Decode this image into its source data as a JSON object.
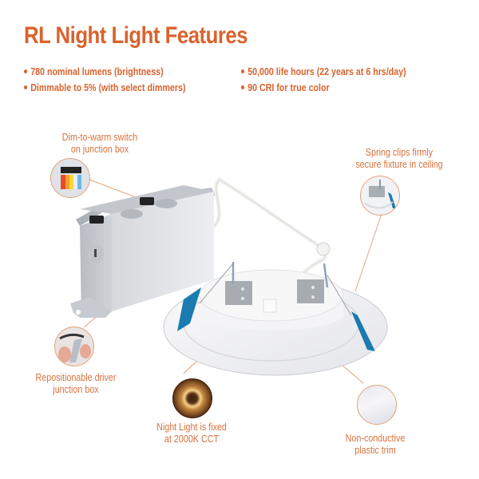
{
  "header": {
    "title": "RL Night Light Features"
  },
  "features": {
    "left": [
      "780 nominal lumens (brightness)",
      "Dimmable to 5% (with select dimmers)"
    ],
    "right": [
      "50,000 life hours (22 years at 6 hrs/day)",
      "90 CRI for true color"
    ]
  },
  "callouts": {
    "dim_to_warm": {
      "line1": "Dim-to-warm switch",
      "line2": "on junction box",
      "icon": "switch-icon"
    },
    "spring_clips": {
      "line1": "Spring clips firmly",
      "line2": "secure fixture in ceiling",
      "icon": "spring-clip-icon"
    },
    "driver_box": {
      "line1": "Repositionable driver",
      "line2": "junction box",
      "icon": "driver-box-icon"
    },
    "night_light": {
      "line1": "Night Light is fixed",
      "line2": "at 2000K CCT",
      "icon": "night-light-icon"
    },
    "trim": {
      "line1": "Non-conductive",
      "line2": "plastic trim",
      "icon": "trim-icon"
    }
  },
  "colors": {
    "accent": "#d9632e",
    "callout_text": "#d9713d",
    "callout_border": "#e4a27c",
    "clip_blue": "#1a7bb0",
    "metal": "#c9ccd2",
    "night_glow": "#f3c07a"
  }
}
